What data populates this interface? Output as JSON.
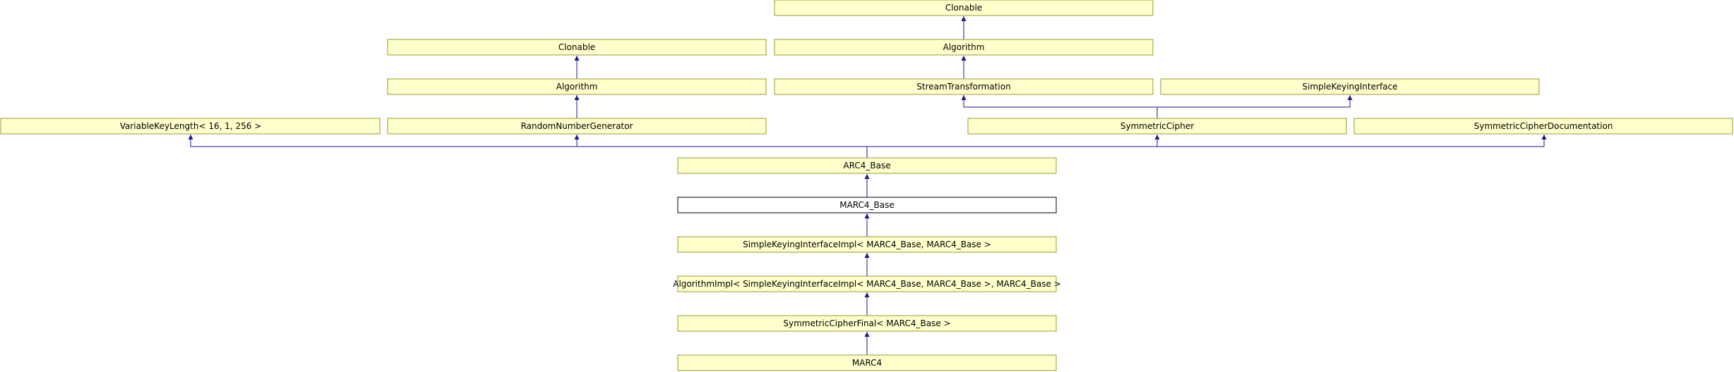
{
  "colors": {
    "node_fill": "#ffffcc",
    "node_border": "#9a9a30",
    "current_fill": "#ffffff",
    "current_border": "#000000",
    "edge": "#1a1a8c"
  },
  "nodes": [
    {
      "id": "clonable-top",
      "label": "Clonable"
    },
    {
      "id": "clonable-left",
      "label": "Clonable"
    },
    {
      "id": "algorithm-right",
      "label": "Algorithm"
    },
    {
      "id": "algorithm-left",
      "label": "Algorithm"
    },
    {
      "id": "stream-transformation",
      "label": "StreamTransformation"
    },
    {
      "id": "simple-keying-interface",
      "label": "SimpleKeyingInterface"
    },
    {
      "id": "variable-key-length",
      "label": "VariableKeyLength< 16, 1, 256 >"
    },
    {
      "id": "random-number-generator",
      "label": "RandomNumberGenerator"
    },
    {
      "id": "symmetric-cipher",
      "label": "SymmetricCipher"
    },
    {
      "id": "symmetric-cipher-documentation",
      "label": "SymmetricCipherDocumentation"
    },
    {
      "id": "arc4-base",
      "label": "ARC4_Base"
    },
    {
      "id": "marc4-base",
      "label": "MARC4_Base",
      "current": true
    },
    {
      "id": "simple-keying-interface-impl",
      "label": "SimpleKeyingInterfaceImpl< MARC4_Base, MARC4_Base >"
    },
    {
      "id": "algorithm-impl",
      "label": "AlgorithmImpl< SimpleKeyingInterfaceImpl< MARC4_Base, MARC4_Base >, MARC4_Base >"
    },
    {
      "id": "symmetric-cipher-final",
      "label": "SymmetricCipherFinal< MARC4_Base >"
    },
    {
      "id": "marc4",
      "label": "MARC4"
    }
  ]
}
